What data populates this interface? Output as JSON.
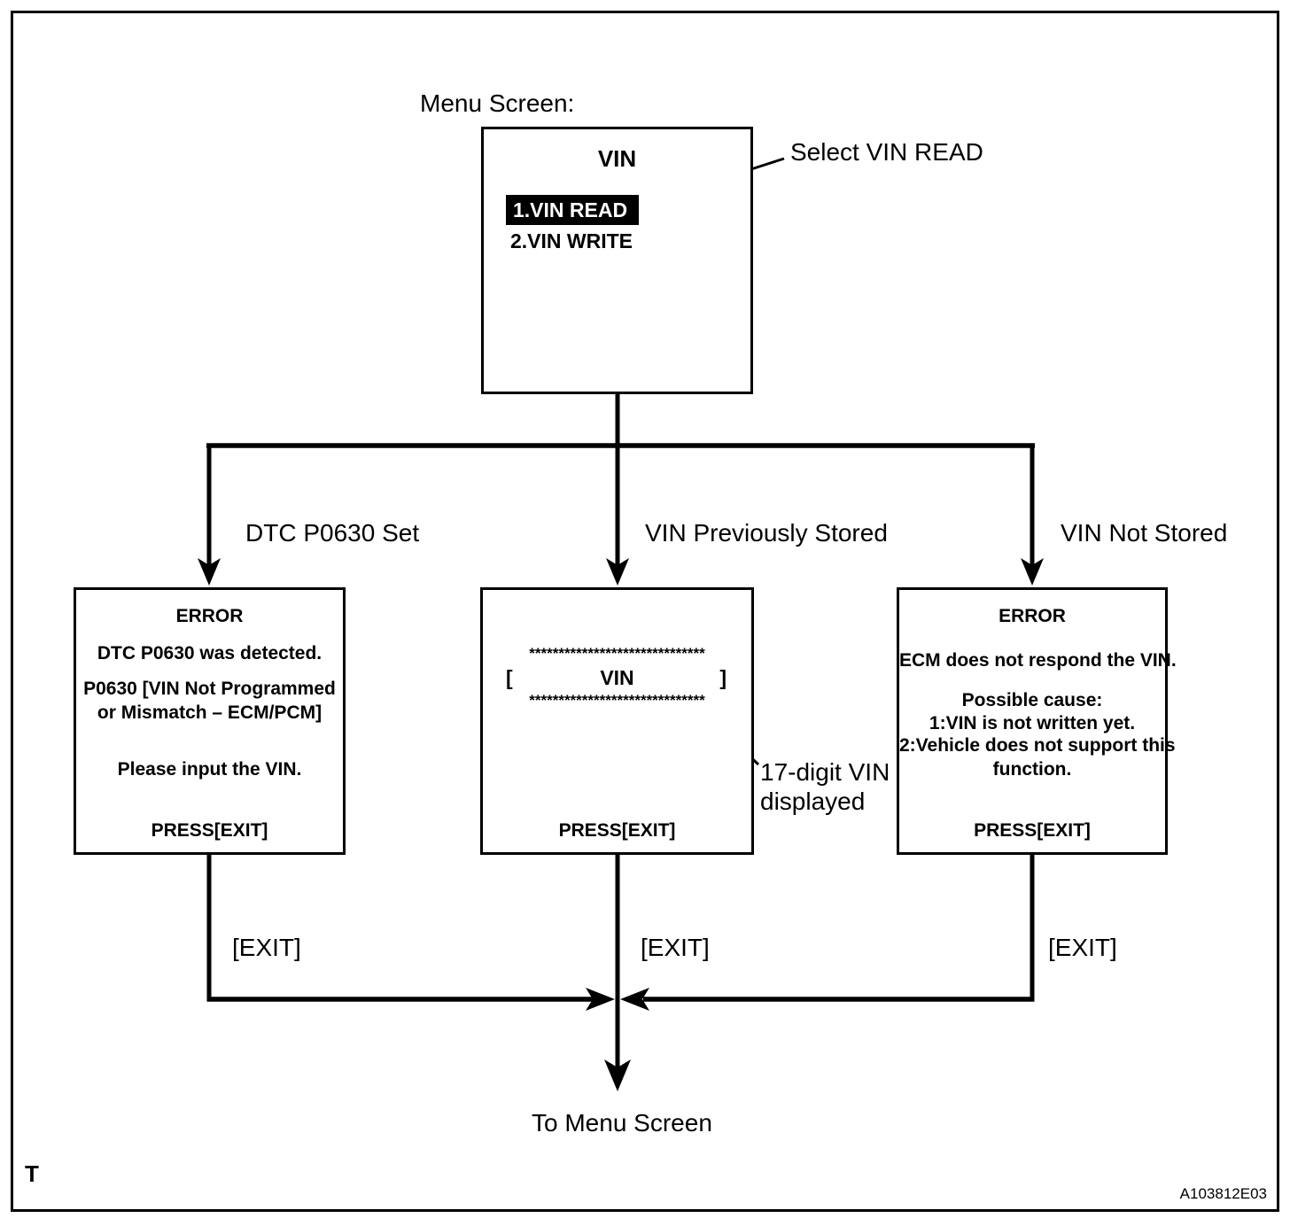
{
  "figure": {
    "corner_mark": "T",
    "figure_code": "A103812E03",
    "menu_screen_label": "Menu Screen:",
    "select_annotation": "Select VIN READ",
    "to_menu_label": "To Menu Screen",
    "exit_label": "[EXIT]",
    "vin_displayed_note": {
      "line1": "17-digit VIN",
      "line2": "displayed"
    }
  },
  "menu_box": {
    "title": "VIN",
    "items": [
      {
        "label": "1.VIN READ",
        "highlighted": true
      },
      {
        "label": "2.VIN WRITE",
        "highlighted": false
      }
    ]
  },
  "branches": {
    "left_label": "DTC P0630 Set",
    "middle_label": "VIN Previously Stored",
    "right_label": "VIN Not Stored"
  },
  "error_box_dtc": {
    "title": "ERROR",
    "line1": "DTC P0630 was detected.",
    "line2": "P0630 [VIN Not Programmed",
    "line3": "or Mismatch – ECM/PCM]",
    "line4": "Please input the VIN.",
    "footer": "PRESS[EXIT]"
  },
  "vin_display_box": {
    "stars": "******************************",
    "open_bracket": "[",
    "label": "VIN",
    "close_bracket": "]",
    "footer": "PRESS[EXIT]"
  },
  "error_box_no_response": {
    "title": "ERROR",
    "line1": "ECM does not respond the VIN.",
    "line2": "Possible cause:",
    "line3": "1:VIN is not written yet.",
    "line4": "2:Vehicle does not support this",
    "line5": "function.",
    "footer": "PRESS[EXIT]"
  },
  "colors": {
    "ink": "#000000",
    "background": "#ffffff",
    "highlight_bg": "#000000",
    "highlight_text": "#ffffff"
  }
}
